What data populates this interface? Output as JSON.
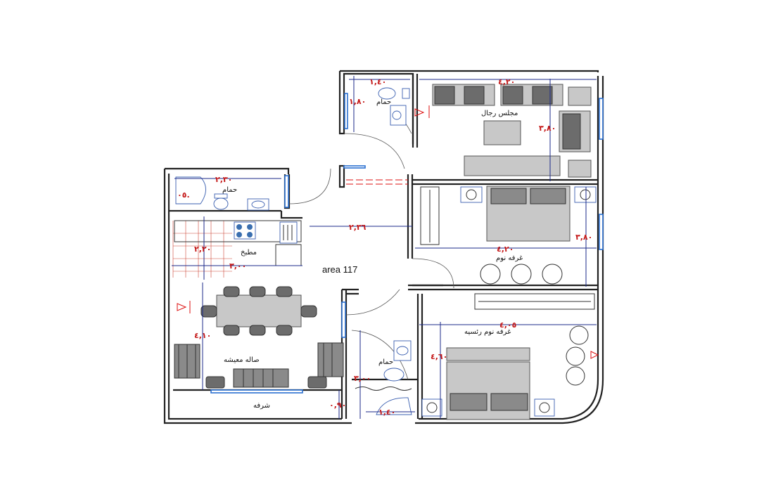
{
  "rooms": {
    "bath_top": "حمام",
    "majlis": "مجلس رجال",
    "bath_left": "حمام",
    "kitchen": "مطبخ",
    "bedroom": "غرفه نوم",
    "master_bedroom": "غرفه نوم رئسيه",
    "living": "صاله معيشه",
    "bath_bottom": "حمام",
    "balcony": "شرفه"
  },
  "area_label": "area   117",
  "dimensions": {
    "d1": "١,٤٠",
    "d2": "٤,٢٠",
    "d3": "١,٨٠",
    "d4": "٣,٨٠",
    "d5": "٢,٣٠",
    "d6": "٠٥.",
    "d7": "٢,٣٦",
    "d8": "٢,٢٠",
    "d9": "٣,٠٠",
    "d10": "٤,٢٠",
    "d11": "٣,٨٠",
    "d12": "٤,١٠",
    "d13": "٤,٠٥",
    "d14": "٤,٦٠",
    "d15": "٣,٠٠",
    "d16": "٠,٩٠",
    "d17": "١,٤٠"
  },
  "colors": {
    "wall": "#222222",
    "dimension_text": "#c41717",
    "dimension_line": "#1b2a8a",
    "window": "#2a6fd0",
    "furniture": "#8a8a8a"
  }
}
